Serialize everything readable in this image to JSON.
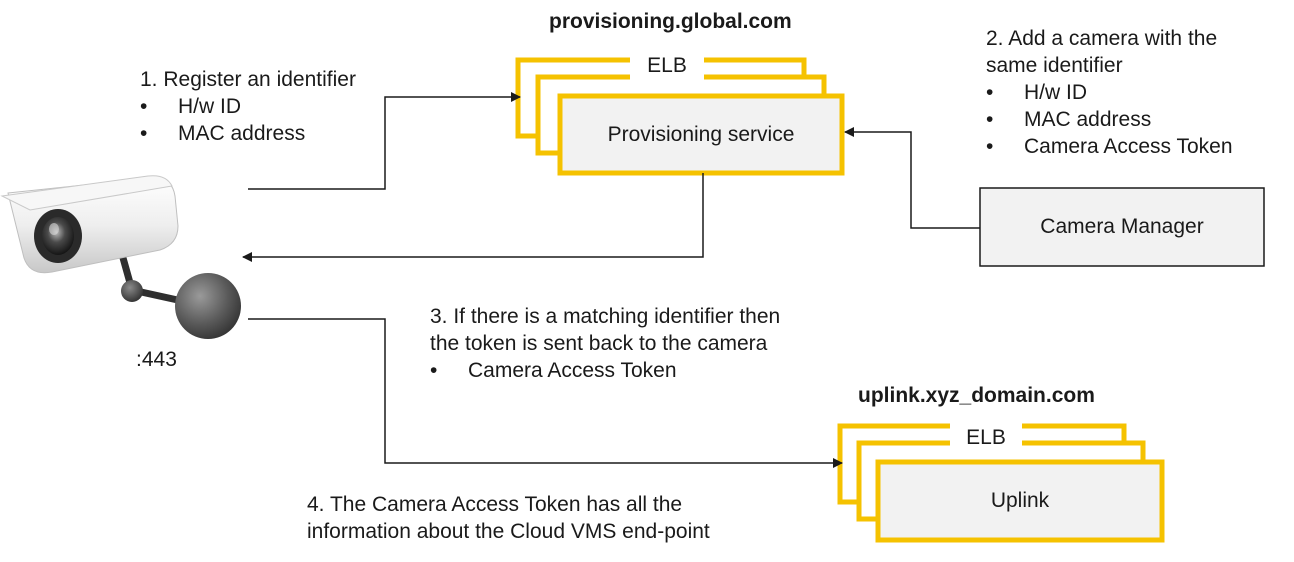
{
  "colors": {
    "accent": "#f5c200",
    "box_fill": "#f2f2f2",
    "line": "#1a1a1a"
  },
  "provisioning": {
    "domain": "provisioning.global.com",
    "elb_label": "ELB",
    "service_label": "Provisioning service"
  },
  "uplink": {
    "domain": "uplink.xyz_domain.com",
    "elb_label": "ELB",
    "service_label": "Uplink"
  },
  "camera": {
    "icon": "security-camera-icon",
    "port_label": ":443"
  },
  "camera_manager": {
    "label": "Camera Manager"
  },
  "steps": {
    "step1": {
      "title": "1. Register an identifier",
      "bullets": [
        "H/w ID",
        "MAC address"
      ]
    },
    "step2": {
      "title_line1": "2. Add a camera with the",
      "title_line2": "same identifier",
      "bullets": [
        "H/w ID",
        "MAC address",
        "Camera Access Token"
      ]
    },
    "step3": {
      "line1": "3. If there is a matching identifier then",
      "line2": "the token is sent back to the camera",
      "bullets": [
        "Camera Access Token"
      ]
    },
    "step4": {
      "line1": "4. The Camera Access Token has all the",
      "line2": "information about the Cloud VMS end-point"
    }
  },
  "bullet_char": "•"
}
